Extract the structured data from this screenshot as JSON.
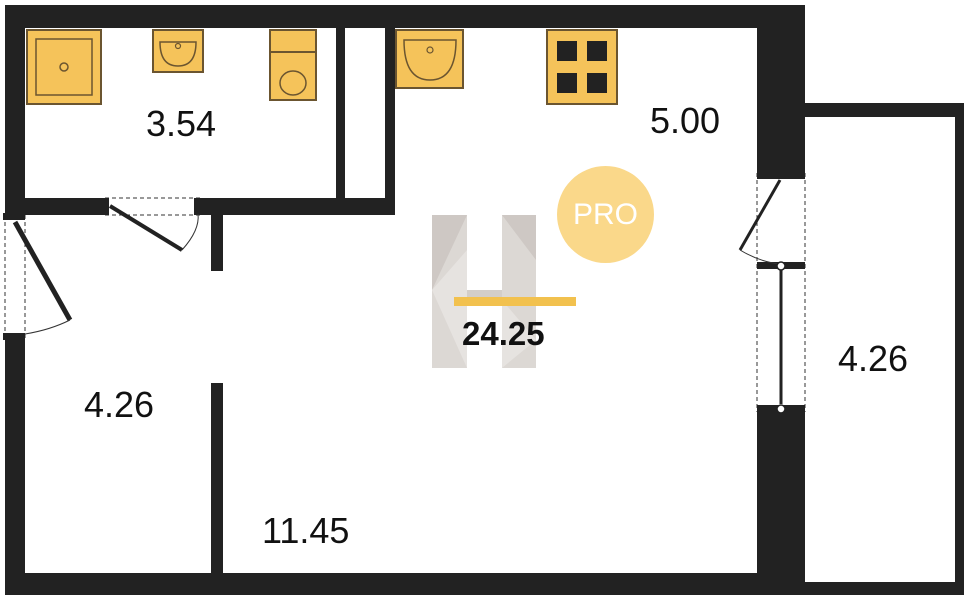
{
  "plan": {
    "rooms": [
      {
        "id": "bathroom",
        "area": "3.54"
      },
      {
        "id": "kitchen",
        "area": "5.00"
      },
      {
        "id": "hallway",
        "area": "4.26"
      },
      {
        "id": "living",
        "area": "11.45"
      },
      {
        "id": "balcony",
        "area": "4.26"
      }
    ],
    "total_area": "24.25",
    "badge": "PRO"
  },
  "colors": {
    "wall": "#222222",
    "fixture_fill": "#F5C35A",
    "fixture_stroke": "#6B5530",
    "badge": "#FAD88A",
    "badge_text": "#ffffff",
    "accent_bar": "#F2C14E",
    "watermark": "#D8D3CF"
  },
  "icons": [
    "shower-icon",
    "washbasin-icon",
    "toilet-icon",
    "kitchen-sink-icon",
    "stove-icon",
    "door-swing-icon",
    "logo-h-icon"
  ]
}
